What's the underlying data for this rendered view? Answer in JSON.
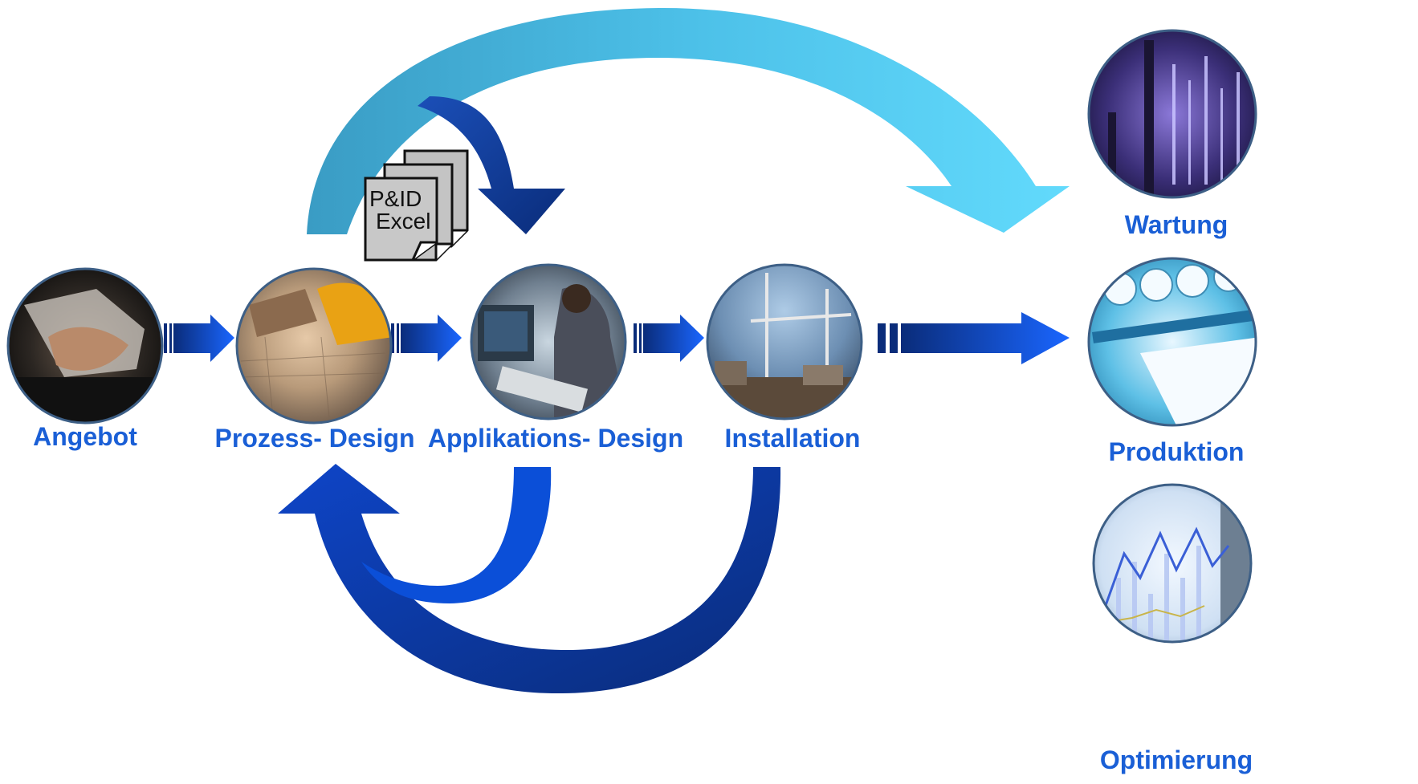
{
  "stages": [
    {
      "id": "angebot",
      "label": "Angebot",
      "icon": "handshake-photo"
    },
    {
      "id": "prozess",
      "label": "Prozess- Design",
      "icon": "blueprint-helmet-photo"
    },
    {
      "id": "applikation",
      "label": "Applikations- Design",
      "icon": "computer-workstation-photo"
    },
    {
      "id": "installation",
      "label": "Installation",
      "icon": "construction-crane-photo"
    }
  ],
  "outcomes": [
    {
      "id": "wartung",
      "label": "Wartung",
      "icon": "refinery-night-photo"
    },
    {
      "id": "produktion",
      "label": "Produktion",
      "icon": "paper-rolls-machine-photo"
    },
    {
      "id": "optimierung",
      "label": "Optimierung",
      "icon": "line-graph-screen-photo"
    }
  ],
  "documents": {
    "line1": "P&ID",
    "line2": "Excel",
    "icon": "document-stack-icon"
  },
  "colors": {
    "label_blue": "#1a5fd6",
    "arrow_dark": "#0a2c7a",
    "arrow_mid": "#0b4fd8",
    "arrow_light": "#5ed3f7",
    "arrow_teal": "#3fa6c8"
  }
}
